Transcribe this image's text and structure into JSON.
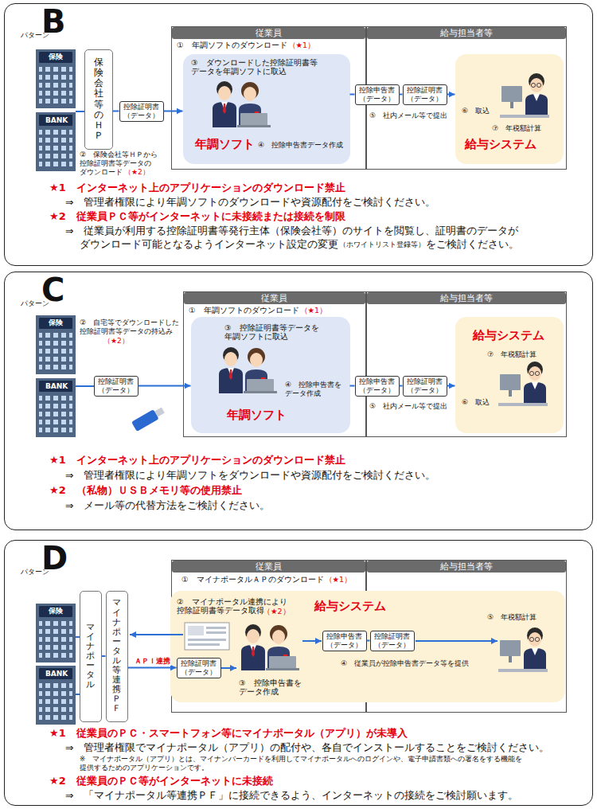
{
  "diagram": {
    "nodes": [
      {
        "text": [
          "パターン",
          "B"
        ]
      },
      {
        "text": [
          "保険会社等のＨＰ"
        ],
        "in": 0
      },
      {
        "text": [
          "従業員"
        ],
        "in": 0
      },
      {
        "text": [
          "年調ソフト"
        ],
        "in": 2
      },
      {
        "text": [
          "給与担当者等"
        ],
        "in": 0
      },
      {
        "text": [
          "給与システム"
        ],
        "in": 4
      },
      {
        "text": [
          "控除証明書 （データ）"
        ],
        "in": 0
      },
      {
        "text": [
          "控除申告書 （データ）"
        ],
        "in": 0
      },
      {
        "text": [
          "控除証明書 （データ）"
        ],
        "in": 0
      },
      {
        "text": [
          "パターン",
          "C"
        ]
      },
      {
        "text": [
          "従業員"
        ],
        "in": 9
      },
      {
        "text": [
          "年調ソフト"
        ],
        "in": 10
      },
      {
        "text": [
          "給与担当者等"
        ],
        "in": 9
      },
      {
        "text": [
          "給与システム"
        ],
        "in": 12
      },
      {
        "text": [
          "控除証明書 （データ）"
        ],
        "in": 9
      },
      {
        "text": [
          "控除申告書 （データ）"
        ],
        "in": 9
      },
      {
        "text": [
          "控除証明書 （データ）"
        ],
        "in": 9
      },
      {
        "text": [
          "パターン",
          "D"
        ]
      },
      {
        "text": [
          "マイナポータル"
        ],
        "in": 17
      },
      {
        "text": [
          "マイナポータル等連携ＰＦ"
        ],
        "in": 17
      },
      {
        "text": [
          "従業員"
        ],
        "in": 17
      },
      {
        "text": [
          "給与担当者等"
        ],
        "in": 17
      },
      {
        "text": [
          "給与システム"
        ],
        "in": 17
      },
      {
        "text": [
          "控除証明書 （データ）"
        ],
        "in": 22
      },
      {
        "text": [
          "控除申告書 （データ）"
        ],
        "in": 22
      },
      {
        "text": [
          "控除証明書 （データ）"
        ],
        "in": 22
      }
    ],
    "edges": [
      {
        "from": 1,
        "to": 6,
        "arrow": "none"
      },
      {
        "from": 6,
        "to": 3,
        "arrow": "to"
      },
      {
        "from": 3,
        "to": 7,
        "arrow": "none"
      },
      {
        "from": 7,
        "to": 8,
        "arrow": "none"
      },
      {
        "from": 8,
        "to": 5,
        "arrow": "to"
      },
      {
        "from": 14,
        "to": 11,
        "arrow": "to"
      },
      {
        "from": 11,
        "to": 15,
        "arrow": "none"
      },
      {
        "from": 15,
        "to": 16,
        "arrow": "none"
      },
      {
        "from": 16,
        "to": 13,
        "arrow": "to"
      },
      {
        "from": 18,
        "to": 19,
        "arrow": "none"
      },
      {
        "from": 19,
        "to": 23,
        "arrow": "to",
        "label": "ＡＰＩ連携"
      },
      {
        "from": 24,
        "to": 25,
        "arrow": "none"
      }
    ],
    "labels": [
      "保険",
      "BANK",
      "①　年調ソフトのダウンロード",
      "（★1）",
      "③　ダウンロードした控除証明書等 データを年調ソフトに取込",
      "②　保険会社等ＨＰから 控除証明書等データの ダウンロード",
      "（★2）",
      "④　控除申告書データ作成",
      "⑤　社内メール等で提出",
      "⑥　取込",
      "⑦　年税額計算",
      "★1　インターネット上のアプリケーションのダウンロード禁止",
      "⇒　管理者権限により年調ソフトのダウンロードや資源配付をご検討ください。",
      "★2　従業員ＰＣ等がインターネットに未接続または接続を制限",
      "⇒　従業員が利用する控除証明書等発行主体（保険会社等）のサイトを閲覧し、証明書のデータが",
      "ダウンロード可能となるようインターネット設定の変更",
      "（ホワイトリスト登録等）",
      "をご検討ください。",
      "保険",
      "BANK",
      "①　年調ソフトのダウンロード",
      "（★1）",
      "②　自宅等でダウンロードした 控除証明書等データの持込み",
      "（★2）",
      "③　控除証明書等データを 年調ソフトに取込",
      "④　控除申告書を データ作成",
      "⑤　社内メール等で提出",
      "⑥　取込",
      "⑦　年税額計算",
      "★1　インターネット上のアプリケーションのダウンロード禁止",
      "⇒　管理者権限により年調ソフトをダウンロードや資源配付をご検討ください。",
      "★2　（私物）ＵＳＢメモリ等の使用禁止",
      "⇒　メール等の代替方法をご検討ください。",
      "保険",
      "BANK",
      "①　マイナポータルＡＰのダウンロード",
      "（★1）",
      "②　マイナポータル連携により 控除証明書等データ取得",
      "（★2）",
      "③　控除申告書を データ作成",
      "④　従業員が控除申告書データ等を提供",
      "⑤　年税額計算",
      "★1　従業員のＰＣ・スマートフォン等にマイナポータル（アプリ）が未導入",
      "⇒　管理者権限でマイナポータル（アプリ）の配付や、各自でインストールすることをご検討ください。",
      "※　マイナポータル（アプリ）とは、マイナンバーカードを利用してマイナポータルへのログインや、電子申請書類への署名をする機能を 提供するためのアプリケーションです。",
      "★2　従業員のＰＣ等がインターネットに未接続",
      "⇒　「マイナポータル等連携ＰＦ」に接続できるよう、インターネットの接続をご検討願います。"
    ]
  }
}
